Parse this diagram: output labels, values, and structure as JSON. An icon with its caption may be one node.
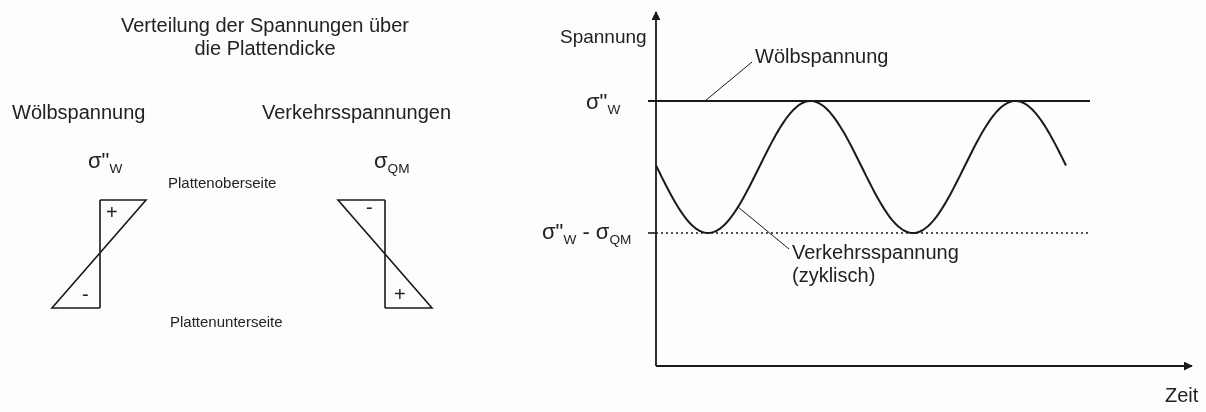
{
  "diagram": {
    "title": "Verteilung der Spannungen über die Plattendicke",
    "nodes": [
      {
        "text": [
          "Wölbspannung"
        ]
      },
      {
        "text": [],
        "shape": "line"
      },
      {
        "text": [
          "Verkehrsspannung (zyklisch)"
        ]
      },
      {
        "text": [],
        "shape": "curve"
      }
    ],
    "edges": [
      {
        "from": 0,
        "to": 1,
        "arrow": "none"
      },
      {
        "from": 2,
        "to": 3,
        "arrow": "none"
      }
    ],
    "labels": [
      "Wölbspannung",
      "Verkehrsspannungen",
      "σ\"$_{W}$",
      "σ$_{QM}$",
      "Plattenoberseite",
      "+",
      "-",
      "-",
      "+",
      "Plattenunterseite",
      "Spannung",
      "σ\"$_{W}$",
      "σ\"$_{W}$ - σ$_{QM}$",
      "Zeit"
    ]
  }
}
